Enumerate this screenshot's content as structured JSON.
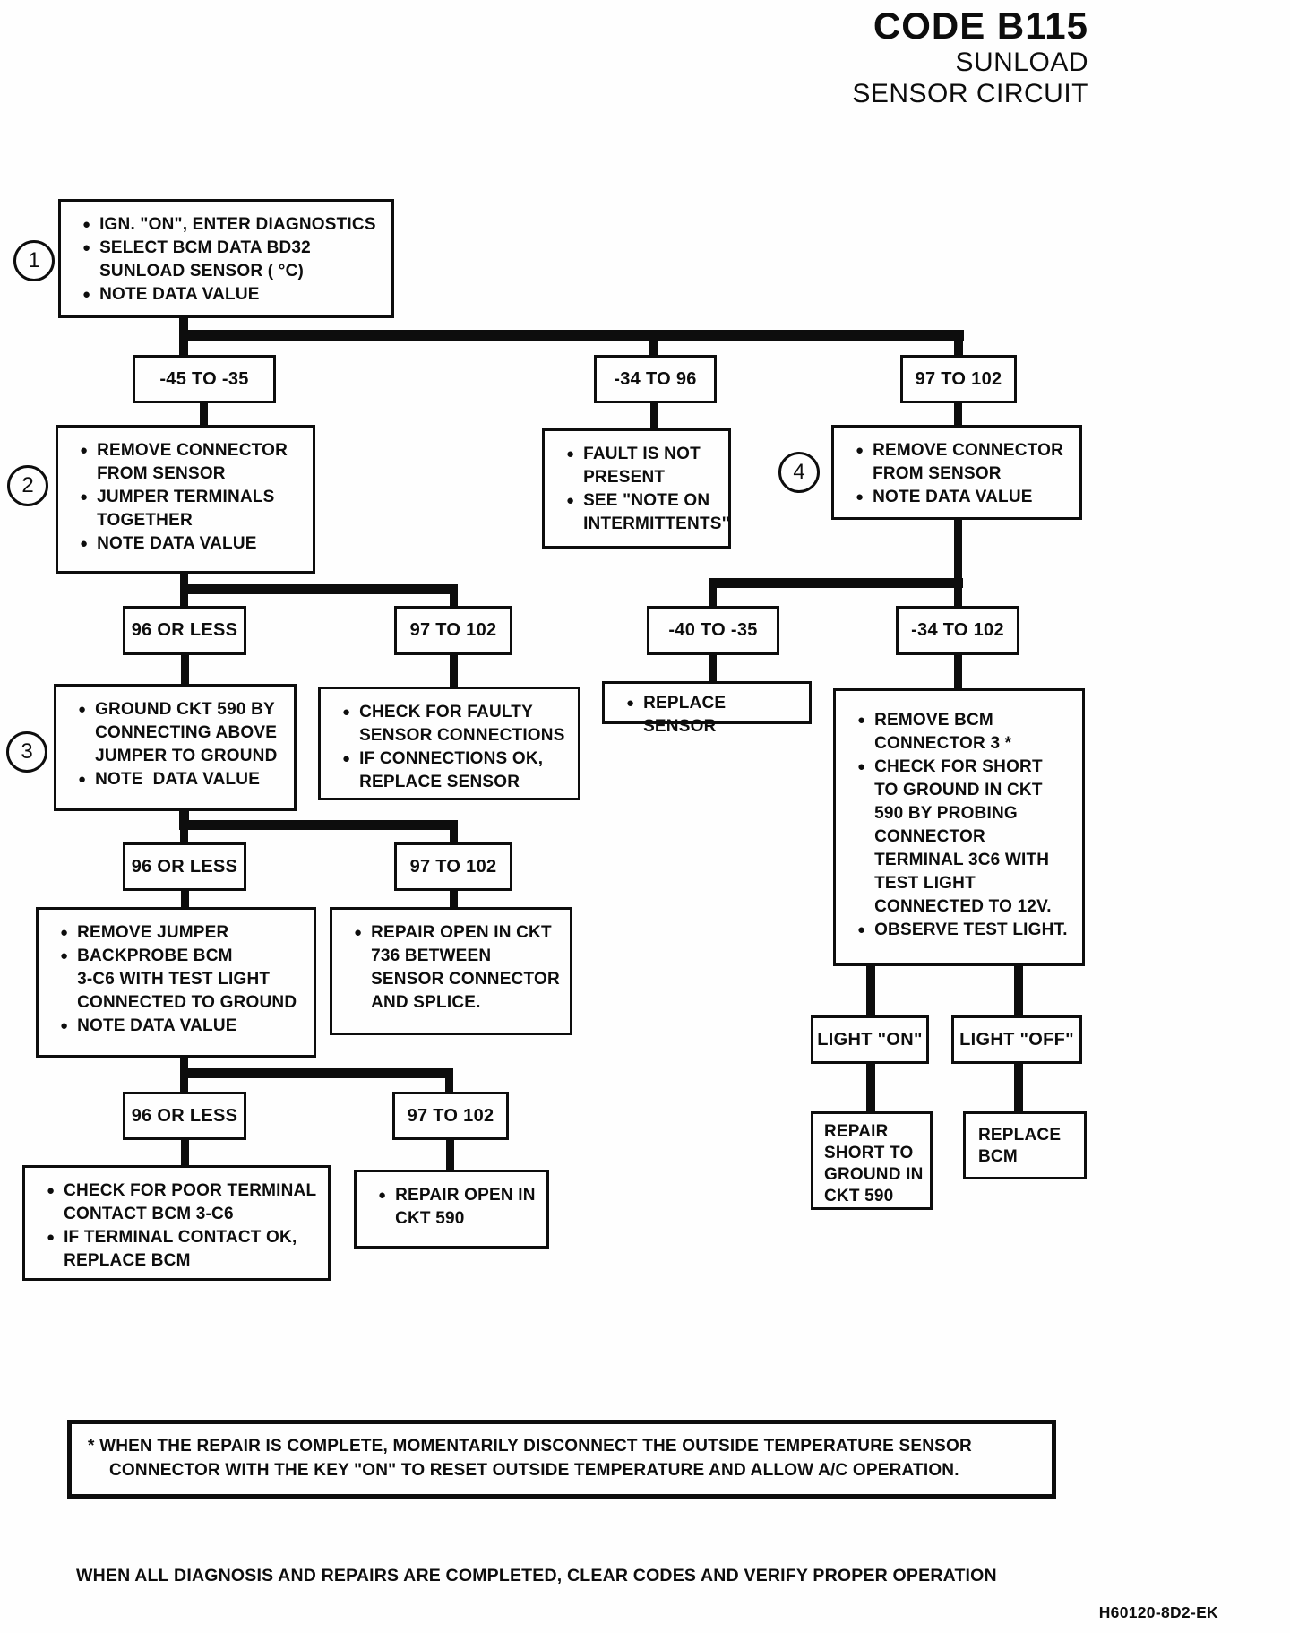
{
  "title": {
    "code": "CODE B115",
    "sub1": "SUNLOAD",
    "sub2": "SENSOR CIRCUIT"
  },
  "steps": {
    "s1": "1",
    "s2": "2",
    "s3": "3",
    "s4": "4"
  },
  "labels": {
    "r1_left": "-45 TO -35",
    "r1_mid": "-34 TO 96",
    "r1_right": "97 TO 102",
    "r2_left": "96 OR LESS",
    "r2_right": "97 TO 102",
    "r2r_left": "-40 TO -35",
    "r2r_right": "-34 TO 102",
    "r3_left": "96 OR LESS",
    "r3_right": "97 TO 102",
    "r4_left": "96 OR LESS",
    "r4_right": "97 TO 102",
    "light_on": "LIGHT \"ON\"",
    "light_off": "LIGHT \"OFF\""
  },
  "boxes": {
    "box1": [
      "IGN. \"ON\", ENTER DIAGNOSTICS",
      "SELECT BCM DATA BD32\nSUNLOAD SENSOR ( °C)",
      "NOTE DATA VALUE"
    ],
    "box2": [
      "REMOVE CONNECTOR\nFROM SENSOR",
      "JUMPER TERMINALS\nTOGETHER",
      "NOTE DATA VALUE"
    ],
    "fault": [
      "FAULT IS NOT\nPRESENT",
      "SEE \"NOTE ON\nINTERMITTENTS\""
    ],
    "box4": [
      "REMOVE CONNECTOR\nFROM SENSOR",
      "NOTE DATA VALUE"
    ],
    "box3": [
      "GROUND CKT 590 BY\nCONNECTING ABOVE\nJUMPER TO GROUND",
      "NOTE  DATA VALUE"
    ],
    "check_faulty": [
      "CHECK FOR FAULTY\nSENSOR CONNECTIONS",
      "IF CONNECTIONS OK,\nREPLACE SENSOR"
    ],
    "replace_sensor": [
      "REPLACE SENSOR"
    ],
    "bcm_short": [
      "REMOVE BCM\nCONNECTOR 3 *",
      "CHECK FOR SHORT\nTO GROUND IN CKT\n590 BY PROBING\nCONNECTOR\nTERMINAL 3C6 WITH\nTEST LIGHT\nCONNECTED TO 12V.",
      "OBSERVE TEST LIGHT."
    ],
    "remove_jumper": [
      "REMOVE JUMPER",
      "BACKPROBE BCM\n3-C6 WITH TEST LIGHT\nCONNECTED TO GROUND",
      "NOTE DATA VALUE"
    ],
    "repair736": [
      "REPAIR OPEN IN CKT\n736 BETWEEN\nSENSOR CONNECTOR\nAND SPLICE."
    ],
    "check_poor": [
      "CHECK FOR POOR TERMINAL\nCONTACT BCM 3-C6",
      "IF TERMINAL CONTACT OK,\nREPLACE BCM"
    ],
    "repair590": [
      "REPAIR OPEN IN\nCKT 590"
    ],
    "repair_short": "REPAIR\nSHORT TO\nGROUND IN\nCKT 590",
    "replace_bcm": "REPLACE\nBCM"
  },
  "note": {
    "text": "* WHEN THE REPAIR IS COMPLETE, MOMENTARILY DISCONNECT THE OUTSIDE TEMPERATURE SENSOR\nCONNECTOR WITH THE KEY \"ON\" TO RESET OUTSIDE TEMPERATURE AND ALLOW A/C OPERATION."
  },
  "footer": {
    "instruction": "WHEN ALL DIAGNOSIS AND REPAIRS ARE COMPLETED, CLEAR CODES AND VERIFY PROPER OPERATION",
    "doc_code": "H60120-8D2-EK"
  },
  "colors": {
    "ink": "#0d0d0d",
    "paper": "#fefefe"
  }
}
